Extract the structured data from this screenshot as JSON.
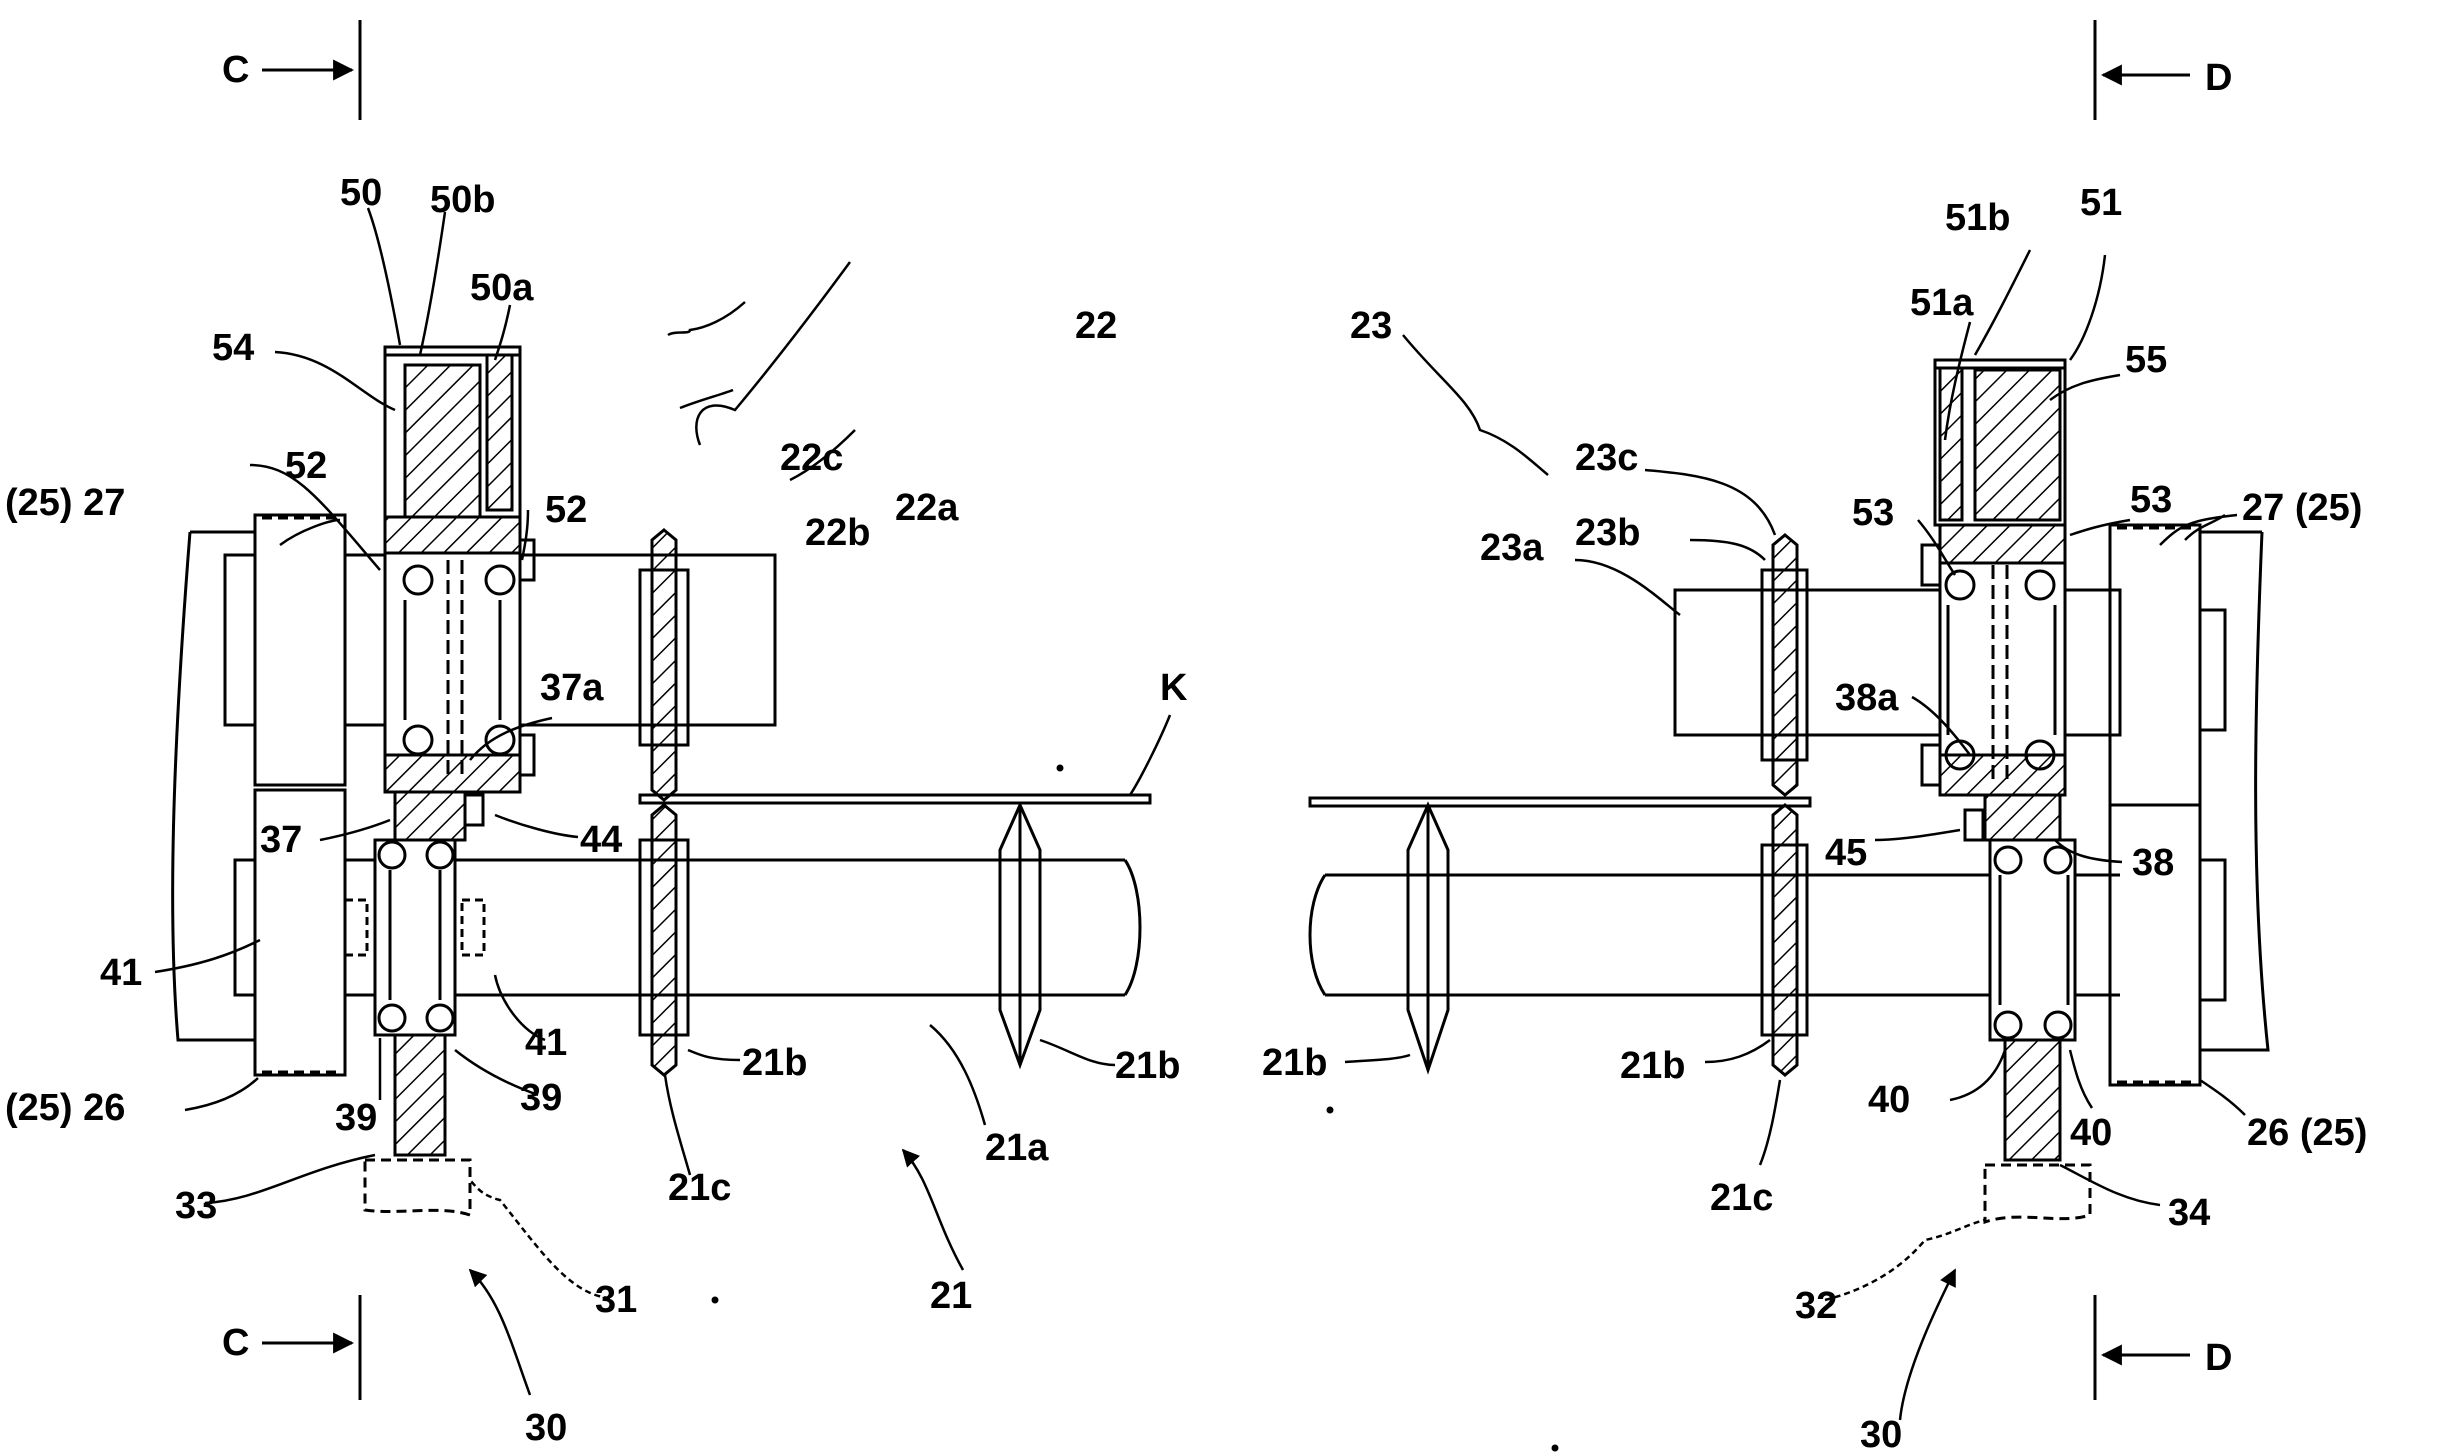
{
  "labels": {
    "sec_c": "C",
    "sec_d": "D",
    "n50": "50",
    "n50b": "50b",
    "n50a": "50a",
    "n54": "54",
    "n22": "22",
    "n22c": "22c",
    "n22b": "22b",
    "n22a": "22a",
    "n27L": "(25) 27",
    "n52a": "52",
    "n52b": "52",
    "n37a": "37a",
    "nK": "K",
    "n37": "37",
    "n44": "44",
    "n41a": "41",
    "n41b": "41",
    "n26L": "(25) 26",
    "n39a": "39",
    "n39b": "39",
    "n21bA": "21b",
    "n21bB": "21b",
    "n21cL": "21c",
    "n21a": "21a",
    "n33": "33",
    "n31": "31",
    "n21": "21",
    "n30L": "30",
    "n23": "23",
    "n23c": "23c",
    "n23b": "23b",
    "n23a": "23a",
    "n51": "51",
    "n51b": "51b",
    "n51a": "51a",
    "n55": "55",
    "n53a": "53",
    "n53b": "53",
    "n27R": "27 (25)",
    "n38a": "38a",
    "n45": "45",
    "n38": "38",
    "n21bC": "21b",
    "n21bD": "21b",
    "n40a": "40",
    "n40b": "40",
    "n26R": "26 (25)",
    "n21cR": "21c",
    "n34": "34",
    "n32": "32",
    "n30R": "30"
  }
}
